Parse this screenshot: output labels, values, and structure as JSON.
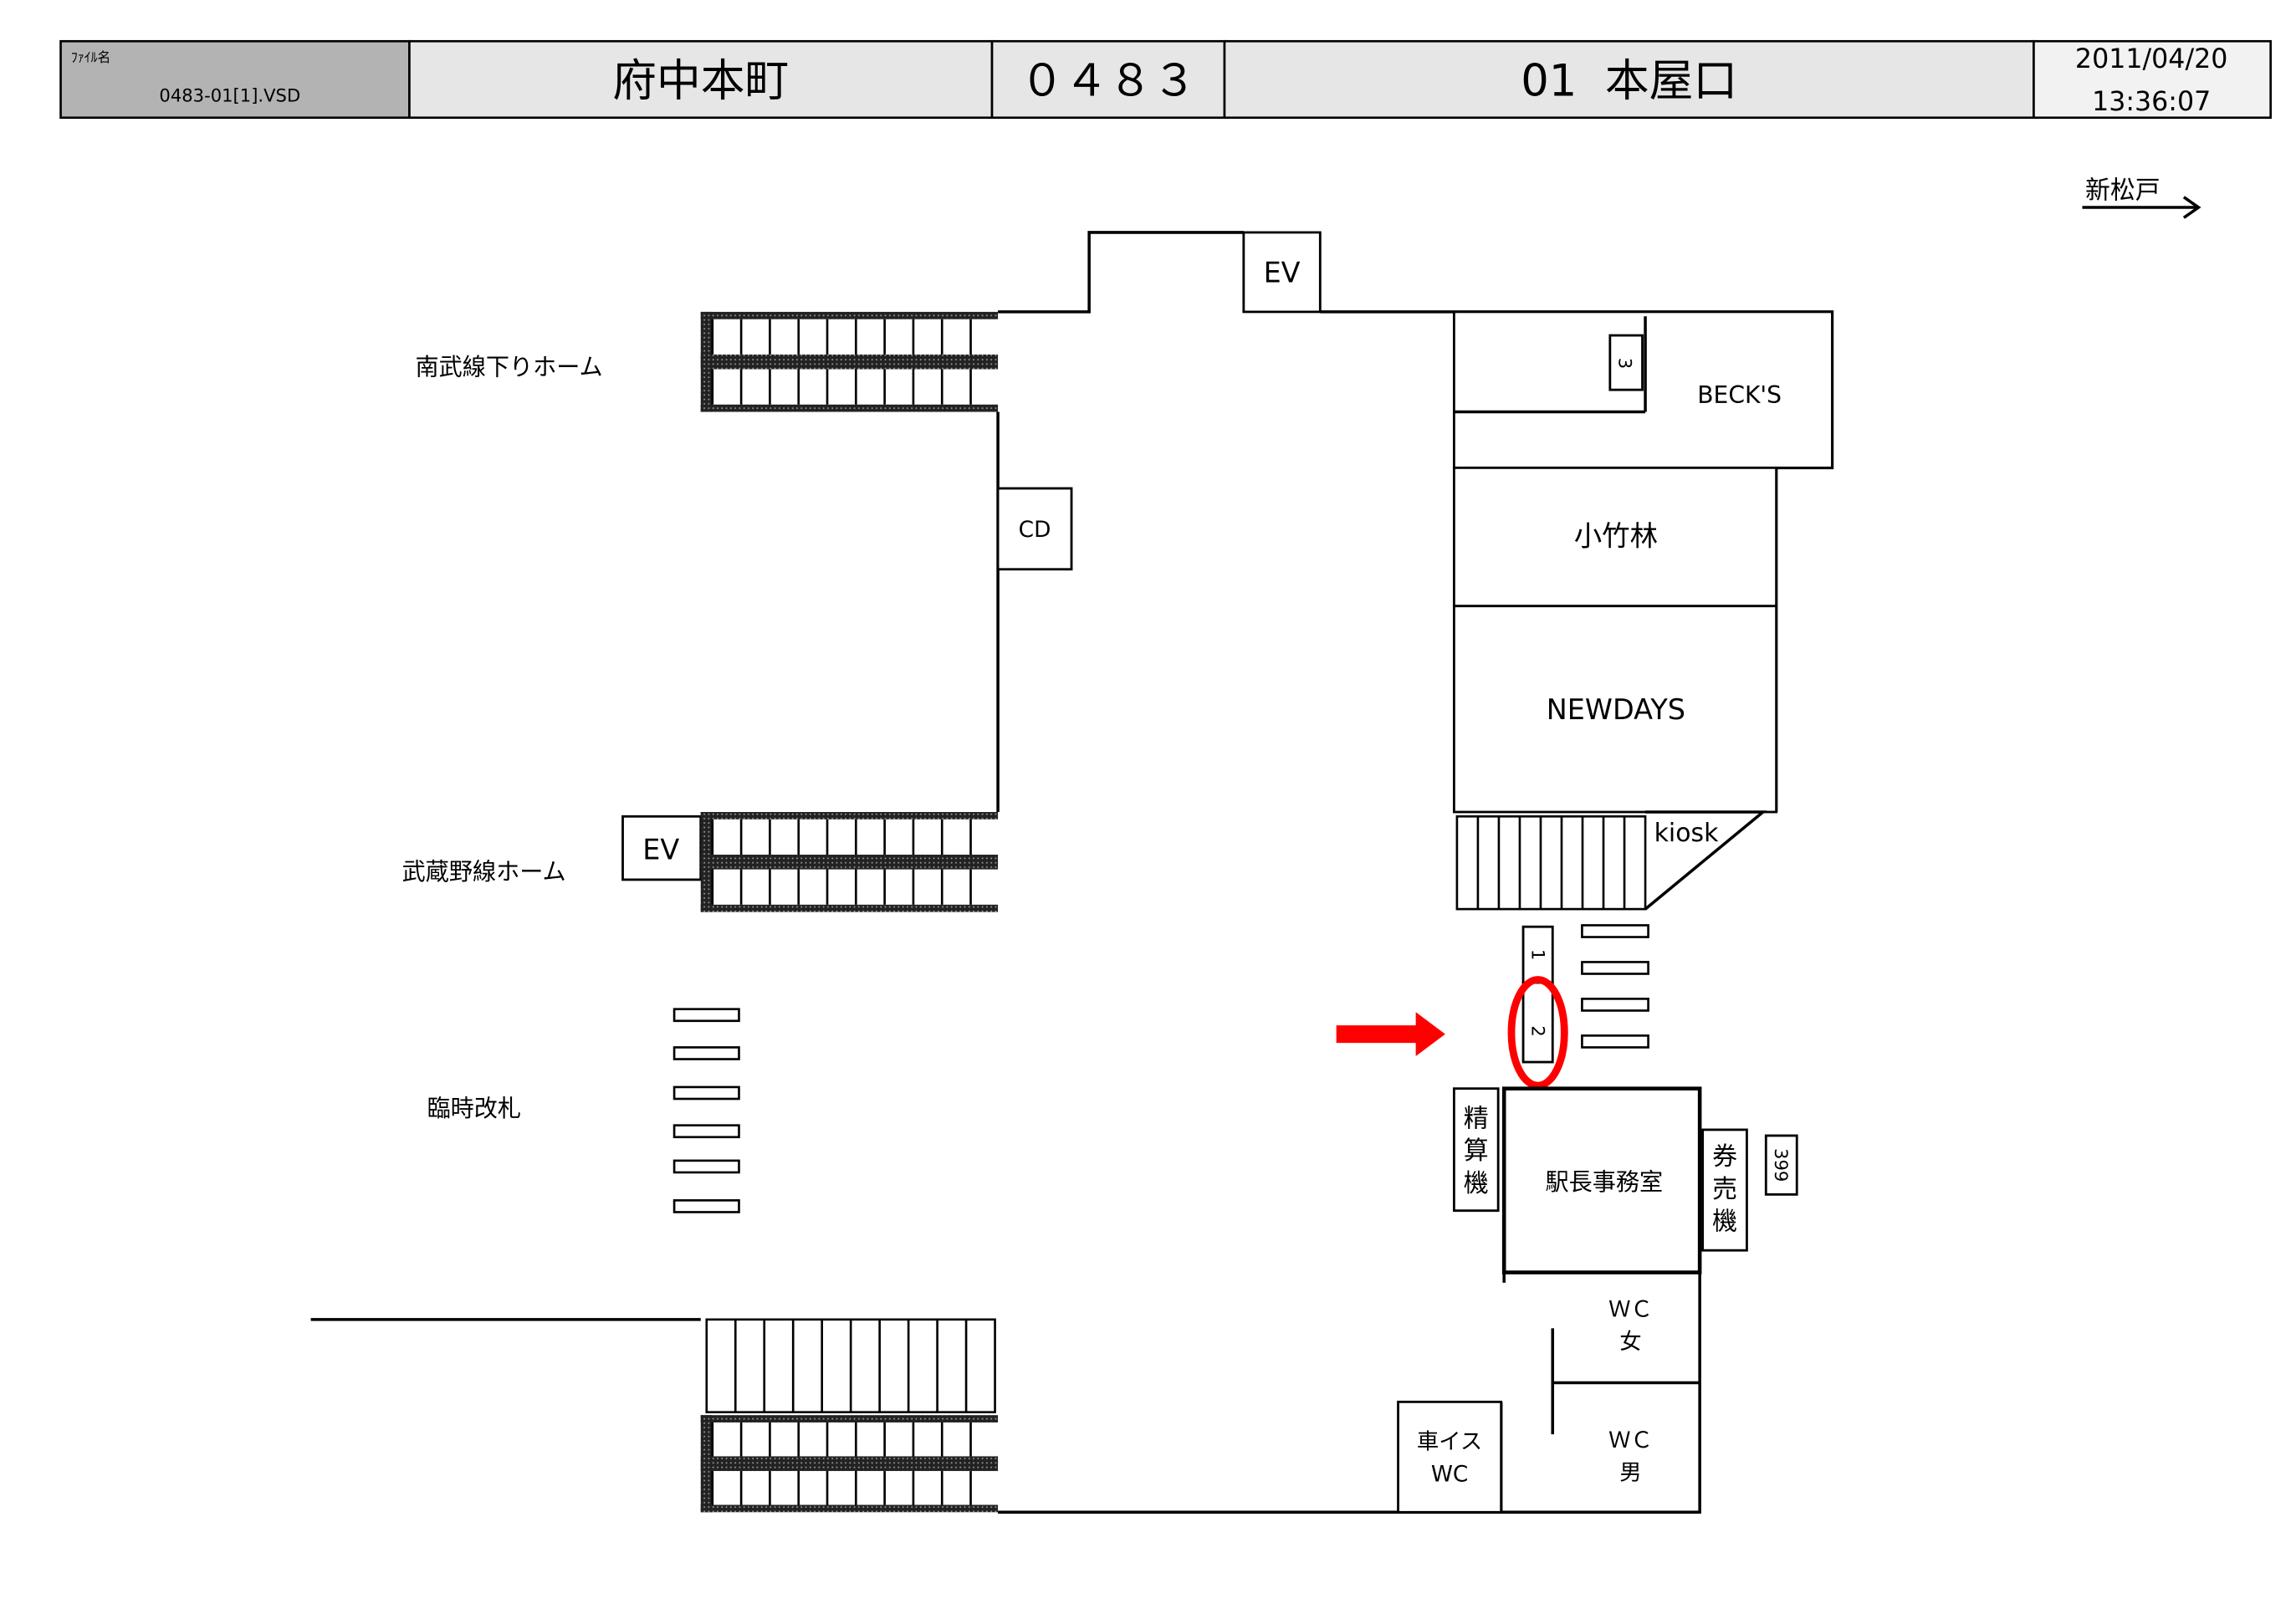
{
  "header": {
    "file_label": "ﾌｧｲﾙ名",
    "file_name": "0483-01[1].VSD",
    "station_name": "府中本町",
    "station_code": "０４８３",
    "exit_name": "01  本屋口",
    "date": "2011/04/20",
    "time": "13:36:07"
  },
  "direction": {
    "label": "新松戸"
  },
  "map": {
    "platform_nanbu": "南武線下りホーム",
    "platform_musashino": "武蔵野線ホーム",
    "temp_gate": "臨時改札",
    "ev_top": "EV",
    "ev_left": "EV",
    "cd": "CD",
    "becks": "BECK'S",
    "kotakebayashi": "小竹林",
    "newdays": "NEWDAYS",
    "kiosk": "kiosk",
    "stair_3": "3",
    "gate_1": "1",
    "gate_2": "2",
    "fare_adjust": [
      "精",
      "算",
      "機"
    ],
    "station_office": "駅長事務室",
    "ticket_machine": [
      "券",
      "売",
      "機"
    ],
    "machine_no": "399",
    "wc_female": [
      "ＷＣ",
      "女"
    ],
    "wc_male": [
      "ＷＣ",
      "男"
    ],
    "wheelchair_wc": [
      "車イス",
      "WC"
    ]
  },
  "colors": {
    "highlight": "#ff0000",
    "header_gray": "#b3b3b3",
    "header_light": "#e6e6e6"
  }
}
